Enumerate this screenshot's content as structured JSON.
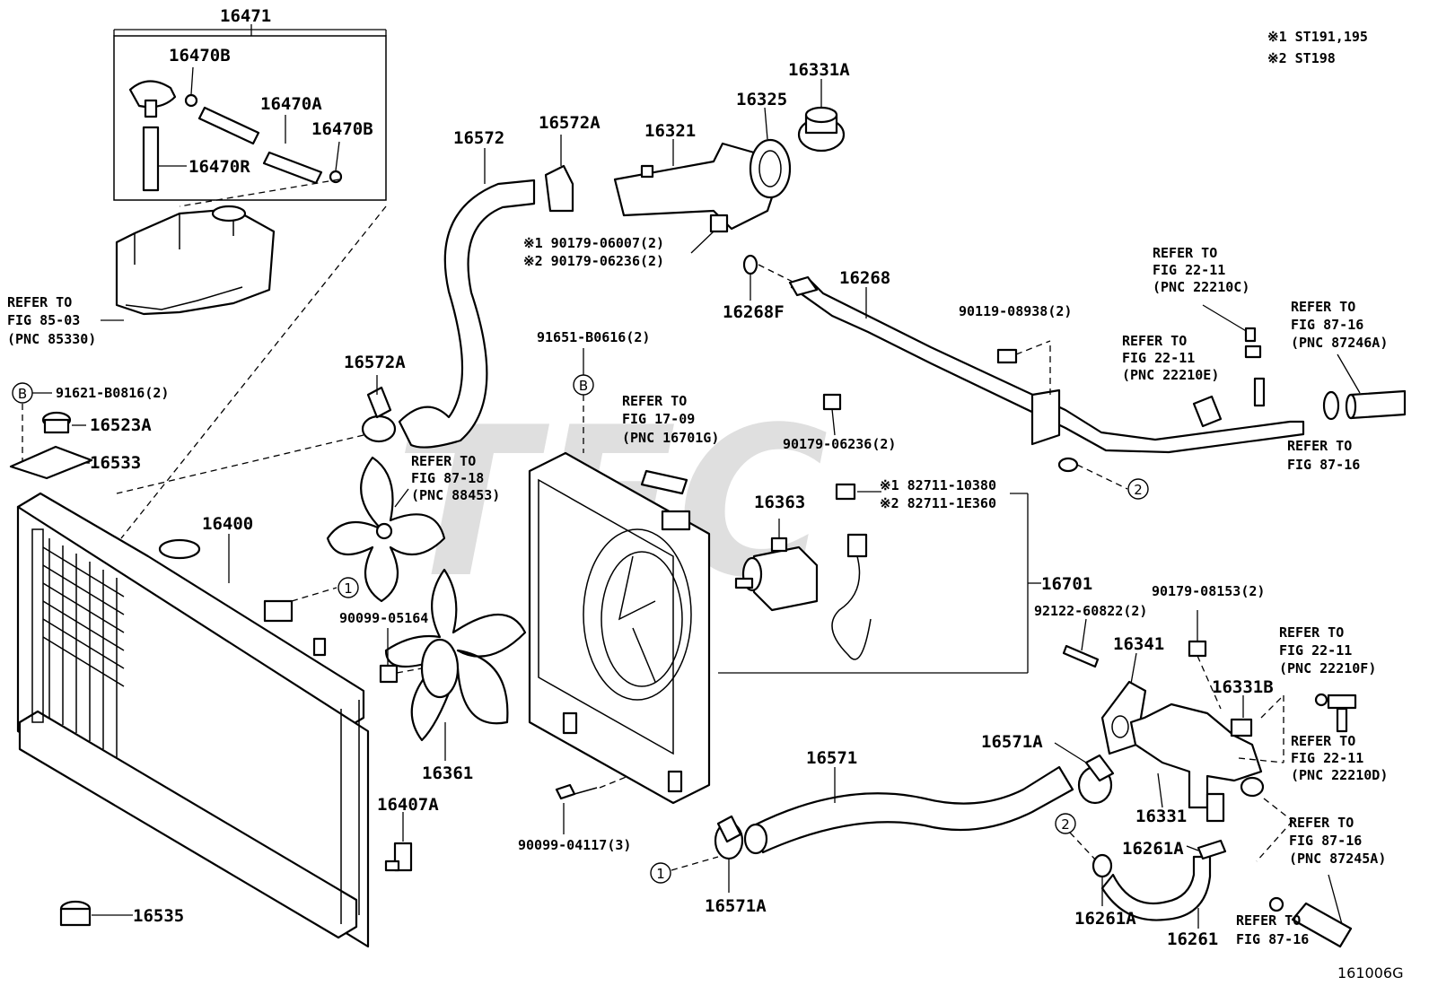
{
  "notes": {
    "n1": "※1 ST191,195",
    "n2": "※2 ST198"
  },
  "figure_code": "161006G",
  "watermark": "TEC",
  "parts": {
    "p16471": "16471",
    "p16470B_1": "16470B",
    "p16470A": "16470A",
    "p16470B_2": "16470B",
    "p16470R": "16470R",
    "p16572": "16572",
    "p16572A_top": "16572A",
    "p16321": "16321",
    "p16325": "16325",
    "p16331A": "16331A",
    "p90179_06007": "※1 90179-06007(2)",
    "p90179_06236_a": "※2 90179-06236(2)",
    "p16268F": "16268F",
    "p16268": "16268",
    "p90119_08938": "90119-08938(2)",
    "p90179_06236_b": "90179-06236(2)",
    "p16572A_mid": "16572A",
    "p91621": "91621-B0816(2)",
    "p16523A": "16523A",
    "p16533": "16533",
    "p16400": "16400",
    "p91651": "91651-B0616(2)",
    "p16363": "16363",
    "p82711_10380": "※1 82711-10380",
    "p82711_1E360": "※2 82711-1E360",
    "p16701": "16701",
    "p90099_05164": "90099-05164",
    "p16361": "16361",
    "p16407A": "16407A",
    "p16535": "16535",
    "p90099_04117": "90099-04117(3)",
    "p16571": "16571",
    "p16571A_right": "16571A",
    "p16571A_bottom": "16571A",
    "p92122": "92122-60822(2)",
    "p90179_08153": "90179-08153(2)",
    "p16341": "16341",
    "p16331B": "16331B",
    "p16331": "16331",
    "p16261A_1": "16261A",
    "p16261A_2": "16261A",
    "p16261": "16261"
  },
  "refs": {
    "r1": [
      "REFER TO",
      "FIG 85-03",
      "(PNC 85330)"
    ],
    "r2": [
      "REFER TO",
      "FIG 87-18",
      "(PNC 88453)"
    ],
    "r3": [
      "REFER TO",
      "FIG 17-09",
      "(PNC 16701G)"
    ],
    "r4": [
      "REFER TO",
      "FIG 22-11",
      "(PNC 22210C)"
    ],
    "r5": [
      "REFER TO",
      "FIG 22-11",
      "(PNC 22210E)"
    ],
    "r6": [
      "REFER TO",
      "FIG 87-16",
      "(PNC 87246A)"
    ],
    "r7": [
      "REFER TO",
      "FIG 87-16"
    ],
    "r8": [
      "REFER TO",
      "FIG 22-11",
      "(PNC 22210F)"
    ],
    "r9": [
      "REFER TO",
      "FIG 22-11",
      "(PNC 22210D)"
    ],
    "r10": [
      "REFER TO",
      "FIG 87-16",
      "(PNC 87245A)"
    ],
    "r11": [
      "REFER TO",
      "FIG 87-16"
    ]
  },
  "markers": {
    "one": "1",
    "two": "2",
    "b": "B"
  }
}
